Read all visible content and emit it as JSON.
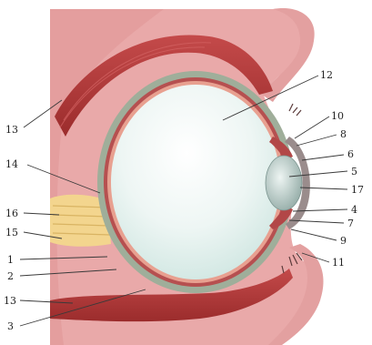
{
  "colors": {
    "background": "#ffffff",
    "tissue": "#e9a9a9",
    "tissue_dark": "#d98a8a",
    "muscle": "#b23a3a",
    "muscle_light": "#c95555",
    "sclera": "#9fae9a",
    "choroid": "#b65050",
    "retina": "#e8a090",
    "vitreous": "#f4f7f7",
    "vitreous_tint": "#c7e3de",
    "lens": "#b9cfcb",
    "cornea": "#9a8c8c",
    "nerve": "#f3d58e",
    "label_text": "#222222"
  },
  "labels": [
    {
      "id": "label-13-top",
      "text": "13"
    },
    {
      "id": "label-12",
      "text": "12"
    },
    {
      "id": "label-10",
      "text": "10"
    },
    {
      "id": "label-8",
      "text": "8"
    },
    {
      "id": "label-6",
      "text": "6"
    },
    {
      "id": "label-5",
      "text": "5"
    },
    {
      "id": "label-17",
      "text": "17"
    },
    {
      "id": "label-4",
      "text": "4"
    },
    {
      "id": "label-7",
      "text": "7"
    },
    {
      "id": "label-9",
      "text": "9"
    },
    {
      "id": "label-11",
      "text": "11"
    },
    {
      "id": "label-14",
      "text": "14"
    },
    {
      "id": "label-16",
      "text": "16"
    },
    {
      "id": "label-15",
      "text": "15"
    },
    {
      "id": "label-1",
      "text": "1"
    },
    {
      "id": "label-2",
      "text": "2"
    },
    {
      "id": "label-13-bottom",
      "text": "13"
    },
    {
      "id": "label-3",
      "text": "3"
    }
  ]
}
